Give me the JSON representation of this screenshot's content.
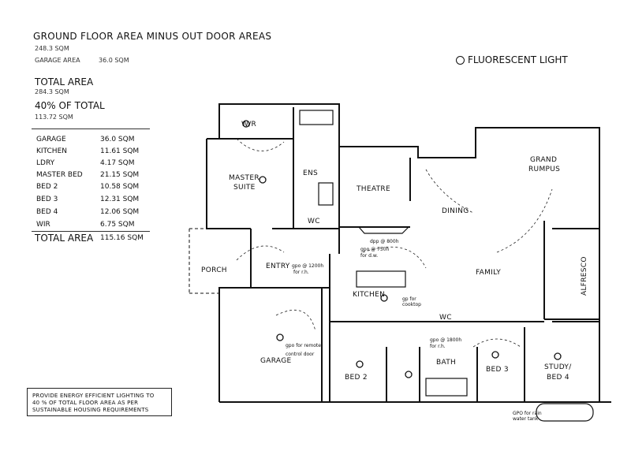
{
  "header": {
    "title": "GROUND FLOOR AREA MINUS OUT DOOR AREAS",
    "floor_area": "248.3 SQM",
    "garage_label": "GARAGE AREA",
    "garage_value": "36.0 SQM",
    "total_label": "TOTAL AREA",
    "total_value": "284.3 SQM",
    "pct_label": "40% OF TOTAL",
    "pct_value": "113.72 SQM"
  },
  "area_table": [
    {
      "name": "GARAGE",
      "value": "36.0 SQM"
    },
    {
      "name": "KITCHEN",
      "value": "11.61 SQM"
    },
    {
      "name": "LDRY",
      "value": "4.17 SQM"
    },
    {
      "name": "MASTER BED",
      "value": "21.15 SQM"
    },
    {
      "name": "BED 2",
      "value": "10.58 SQM"
    },
    {
      "name": "BED 3",
      "value": "12.31 SQM"
    },
    {
      "name": "BED 4",
      "value": "12.06 SQM"
    },
    {
      "name": "WIR",
      "value": "6.75 SQM"
    }
  ],
  "table_total": {
    "label": "TOTAL AREA",
    "value": "115.16 SQM"
  },
  "legend": {
    "label": "FLUORESCENT LIGHT"
  },
  "note": {
    "line1": "PROVIDE ENERGY EFFICIENT LIGHTING TO",
    "line2": "40 % OF TOTAL FLOOR AREA AS PER",
    "line3": "SUSTAINABLE HOUSING REQUIREMENTS"
  },
  "rooms": {
    "wir": "W/R",
    "master1": "MASTER",
    "master2": "SUITE",
    "ens": "ENS",
    "wc": "WC",
    "theatre": "THEATRE",
    "dining": "DINING",
    "grand": "GRAND",
    "rumpus": "RUMPUS",
    "alfresco": "ALFRESCO",
    "family": "FAMILY",
    "porch": "PORCH",
    "entry": "ENTRY",
    "kitchen": "KITCHEN",
    "garage": "GARAGE",
    "bed2": "BED 2",
    "bath": "BATH",
    "wc2": "WC",
    "bed3": "BED 3",
    "study1": "STUDY/",
    "study2": "BED 4"
  },
  "annotations": {
    "dpp800": "dpp @ 800h",
    "gpo750": "gpo @ 750h",
    "fordw": "for d.w.",
    "gpo1200": "gpo @ 1200h",
    "forrh": "for r.h.",
    "cooktop1": "gp for",
    "cooktop2": "cooktop",
    "gpo1800": "gpo @ 1800h",
    "forrh2": "for r.h.",
    "remote1": "gpo for remote",
    "remote2": "control door",
    "solar1": "GPO for rain",
    "solar2": "water tank"
  }
}
